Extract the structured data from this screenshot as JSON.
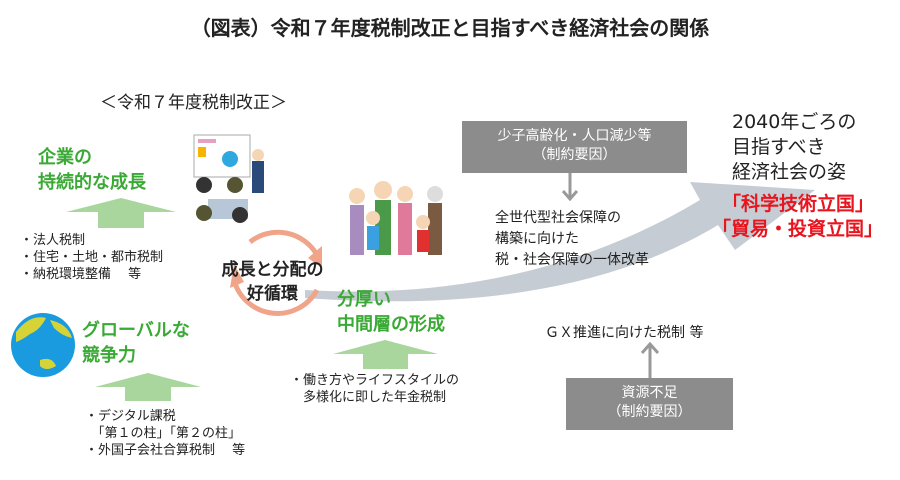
{
  "title": "（図表）令和７年度税制改正と目指すべき経済社会の関係",
  "subtitle": "＜令和７年度税制改正＞",
  "corporate": {
    "heading": [
      "企業の",
      "持続的な成長"
    ],
    "bullets": [
      "・法人税制",
      "・住宅・土地・都市税制",
      "・納税環境整備　 等"
    ]
  },
  "global": {
    "heading": [
      "グローバルな",
      "競争力"
    ],
    "bullets": [
      "・デジタル課税",
      "　「第１の柱」「第２の柱」",
      "・外国子会社合算税制　 等"
    ]
  },
  "middle": {
    "heading": [
      "分厚い",
      "中間層の形成"
    ],
    "bullets": [
      "・働き方やライフスタイルの",
      "　多様化に即した年金税制"
    ]
  },
  "cycle": [
    "成長と分配の",
    "好循環"
  ],
  "constraint1": [
    "少子高齢化・人口減少等",
    "（制約要因）"
  ],
  "reform": [
    "全世代型社会保障の",
    "構築に向けた",
    "税・社会保障の一体改革"
  ],
  "gx": "ＧＸ推進に向けた税制 等",
  "constraint2": [
    "資源不足",
    "（制約要因）"
  ],
  "goal": [
    "2040年ごろの",
    "目指すべき",
    "経済社会の姿"
  ],
  "goal_red": [
    "「科学技術立国」",
    "「貿易・投資立国」"
  ],
  "colors": {
    "green": "#3aa935",
    "arrow_green": "#a8d69c",
    "red": "#e8141e",
    "grey_box": "#8c8c8c",
    "big_arrow": "#c5ccd3",
    "cycle": "#f0a58a"
  }
}
